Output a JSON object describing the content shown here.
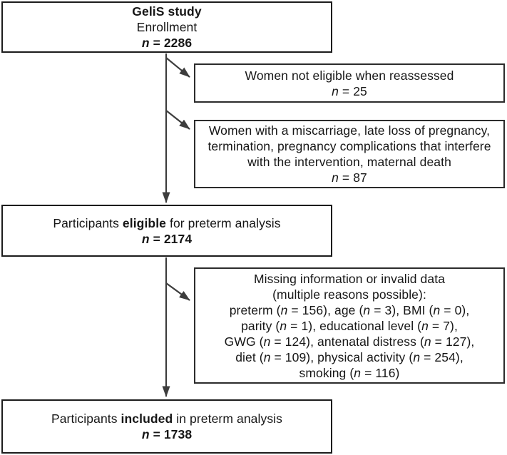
{
  "colors": {
    "background": "#ffffff",
    "box_border_main": "#1c1c1c",
    "box_border_side": "#2c2c2c",
    "arrow": "#3d3d3d",
    "text": "#161616"
  },
  "boxes": {
    "enrollment": {
      "lines": [
        [
          {
            "t": "GeliS study",
            "s": "b"
          }
        ],
        [
          {
            "t": "Enrollment",
            "s": ""
          }
        ],
        [
          {
            "t": "n",
            "s": "bi"
          },
          {
            "t": " = 2286",
            "s": "b"
          }
        ]
      ]
    },
    "not_eligible": {
      "lines": [
        [
          {
            "t": "Women not eligible when reassessed",
            "s": ""
          }
        ],
        [
          {
            "t": "n",
            "s": "i"
          },
          {
            "t": " = 25",
            "s": ""
          }
        ]
      ]
    },
    "miscarriage": {
      "lines": [
        [
          {
            "t": "Women with a miscarriage, late loss of pregnancy,",
            "s": ""
          }
        ],
        [
          {
            "t": "termination, pregnancy complications that interfere",
            "s": ""
          }
        ],
        [
          {
            "t": "with the intervention, maternal death",
            "s": ""
          }
        ],
        [
          {
            "t": "n",
            "s": "i"
          },
          {
            "t": " = 87",
            "s": ""
          }
        ]
      ]
    },
    "eligible": {
      "lines": [
        [
          {
            "t": "Participants ",
            "s": ""
          },
          {
            "t": "eligible",
            "s": "b"
          },
          {
            "t": " for preterm analysis",
            "s": ""
          }
        ],
        [
          {
            "t": "n",
            "s": "bi"
          },
          {
            "t": " = 2174",
            "s": "b"
          }
        ]
      ]
    },
    "missing": {
      "lines": [
        [
          {
            "t": "Missing information or invalid data",
            "s": ""
          }
        ],
        [
          {
            "t": "(multiple reasons possible):",
            "s": ""
          }
        ],
        [
          {
            "t": "preterm (",
            "s": ""
          },
          {
            "t": "n",
            "s": "i"
          },
          {
            "t": " = 156), age (",
            "s": ""
          },
          {
            "t": "n",
            "s": "i"
          },
          {
            "t": " = 3), BMI (",
            "s": ""
          },
          {
            "t": "n",
            "s": "i"
          },
          {
            "t": " = 0),",
            "s": ""
          }
        ],
        [
          {
            "t": "parity (",
            "s": ""
          },
          {
            "t": "n",
            "s": "i"
          },
          {
            "t": " = 1), educational level (",
            "s": ""
          },
          {
            "t": "n",
            "s": "i"
          },
          {
            "t": " = 7),",
            "s": ""
          }
        ],
        [
          {
            "t": "GWG (",
            "s": ""
          },
          {
            "t": "n",
            "s": "i"
          },
          {
            "t": " = 124), antenatal distress (",
            "s": ""
          },
          {
            "t": "n",
            "s": "i"
          },
          {
            "t": " = 127),",
            "s": ""
          }
        ],
        [
          {
            "t": "diet (",
            "s": ""
          },
          {
            "t": "n",
            "s": "i"
          },
          {
            "t": " = 109), physical activity (",
            "s": ""
          },
          {
            "t": "n",
            "s": "i"
          },
          {
            "t": " = 254),",
            "s": ""
          }
        ],
        [
          {
            "t": "smoking (",
            "s": ""
          },
          {
            "t": "n",
            "s": "i"
          },
          {
            "t": " = 116)",
            "s": ""
          }
        ]
      ]
    },
    "included": {
      "lines": [
        [
          {
            "t": "Participants ",
            "s": ""
          },
          {
            "t": "included",
            "s": "b"
          },
          {
            "t": " in preterm analysis",
            "s": ""
          }
        ],
        [
          {
            "t": "n",
            "s": "bi"
          },
          {
            "t": " = 1738",
            "s": "b"
          }
        ]
      ]
    }
  }
}
